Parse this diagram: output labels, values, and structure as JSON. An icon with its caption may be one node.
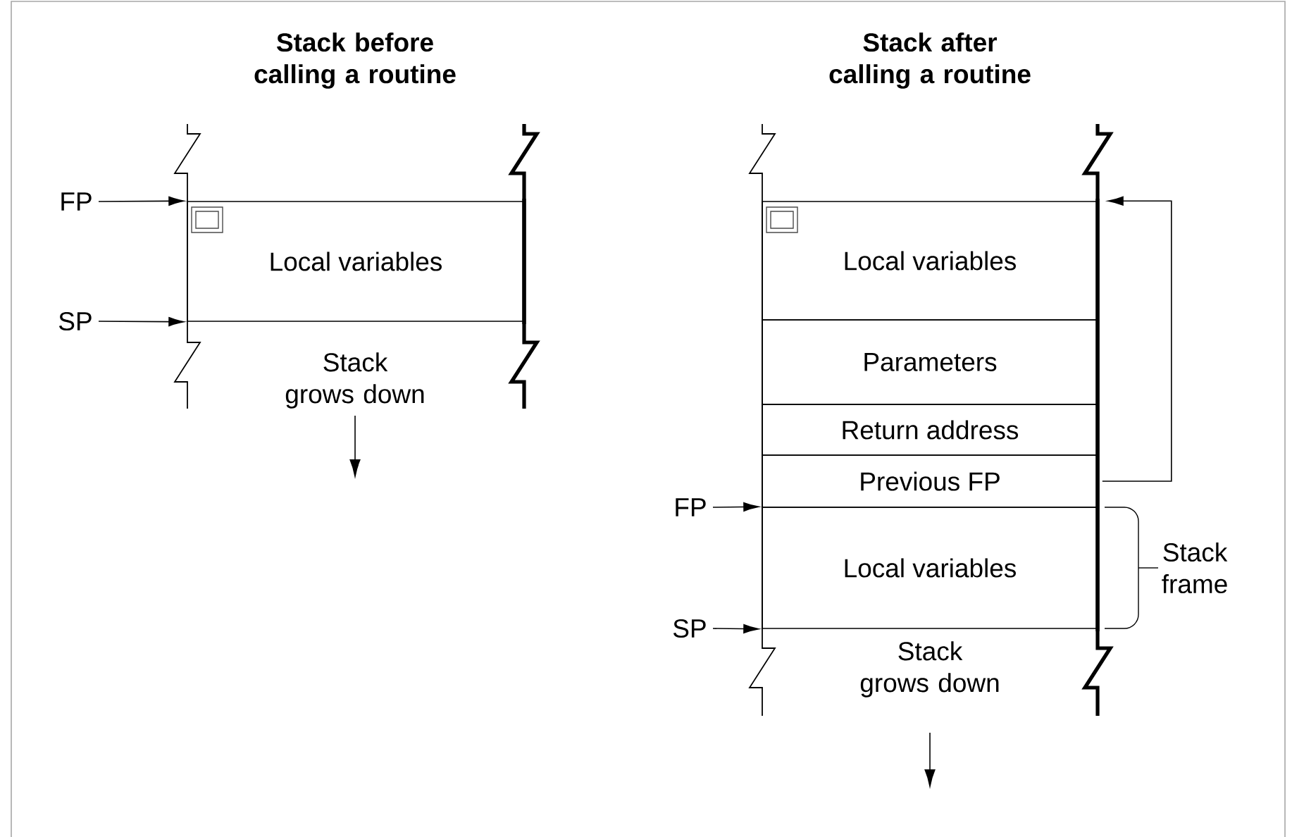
{
  "diagram": {
    "nodes": [
      {
        "text": [
          "FP"
        ]
      },
      {
        "text": [
          "Local variables"
        ]
      },
      {
        "text": [
          "SP"
        ]
      },
      {
        "text": [
          "Local variables"
        ]
      },
      {
        "text": [
          "Parameters"
        ]
      },
      {
        "text": [
          "Return address"
        ]
      },
      {
        "text": [
          "Previous FP"
        ]
      },
      {
        "text": [
          "FP"
        ]
      },
      {
        "text": [
          "Local variables"
        ]
      },
      {
        "text": [
          "SP"
        ]
      }
    ],
    "edges": [
      {
        "from": 0,
        "to": 1,
        "arrow": "to"
      },
      {
        "from": 2,
        "to": 1,
        "arrow": "to"
      },
      {
        "from": 6,
        "to": 3,
        "arrow": "to"
      },
      {
        "from": 7,
        "to": 8,
        "arrow": "to"
      },
      {
        "from": 9,
        "to": 8,
        "arrow": "to"
      }
    ],
    "labels": [
      "Stack before calling a routine",
      "Stack after calling a routine",
      "Stack grows down",
      "Stack frame",
      "Stack grows down"
    ]
  }
}
